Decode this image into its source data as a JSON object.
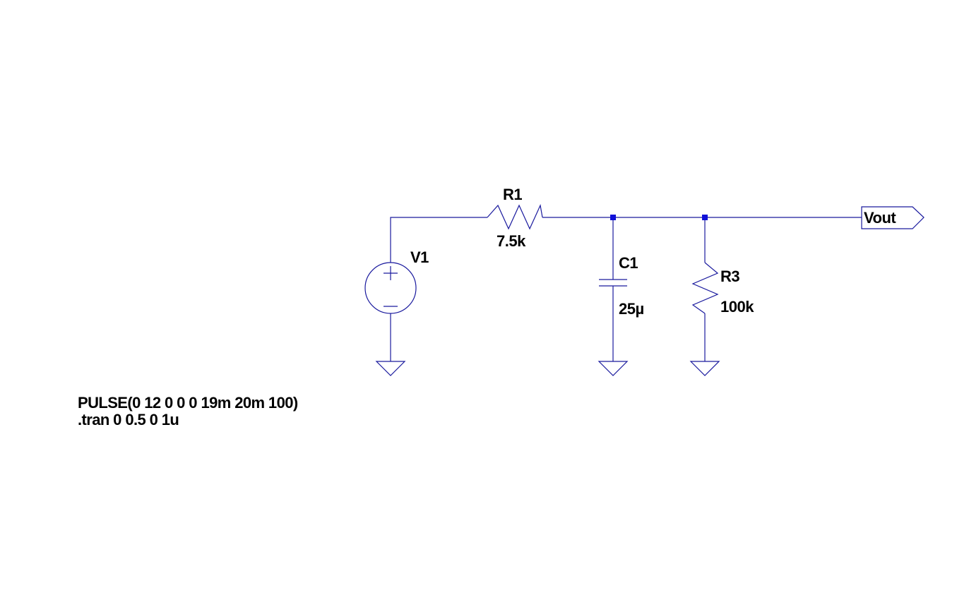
{
  "colors": {
    "wire": "#1a1a9e",
    "junction": "#1010d8",
    "text": "#000000",
    "background": "#ffffff"
  },
  "components": {
    "v1": {
      "name": "V1"
    },
    "r1": {
      "name": "R1",
      "value": "7.5k"
    },
    "c1": {
      "name": "C1",
      "value": "25µ"
    },
    "r3": {
      "name": "R3",
      "value": "100k"
    }
  },
  "port": {
    "label": "Vout"
  },
  "source_value": "PULSE(0 12 0 0 0 19m 20m 100)",
  "spice_directive": ".tran 0 0.5 0 1u"
}
